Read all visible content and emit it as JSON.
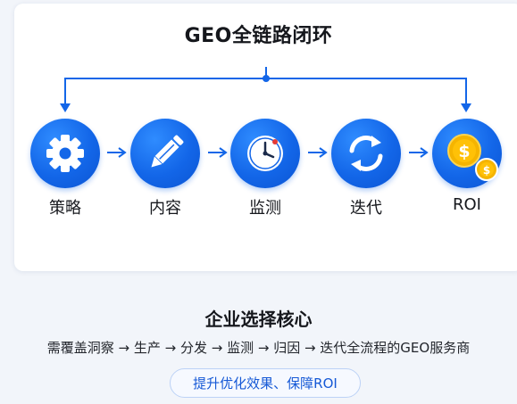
{
  "diagram": {
    "title": "GEO全链路闭环",
    "steps": [
      {
        "label": "策略",
        "icon": "gear-icon"
      },
      {
        "label": "内容",
        "icon": "pencil-icon"
      },
      {
        "label": "监测",
        "icon": "clock-icon"
      },
      {
        "label": "迭代",
        "icon": "cycle-arrows-icon"
      },
      {
        "label": "ROI",
        "icon": "coin-icon"
      }
    ],
    "colors": {
      "accent": "#1366e8",
      "coin": "#f5b400"
    }
  },
  "bottom": {
    "title": "企业选择核心",
    "flow": "需覆盖洞察 → 生产 → 分发 → 监测 → 归因 → 迭代全流程的GEO服务商",
    "pill": "提升优化效果、保障ROI"
  }
}
